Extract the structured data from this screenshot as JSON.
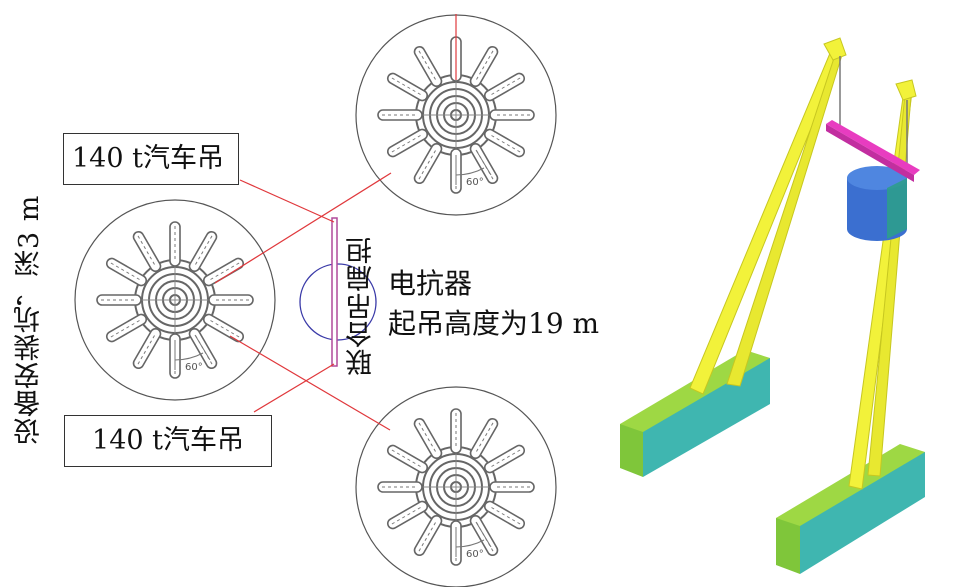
{
  "labels": {
    "crane_top": "140 t汽车吊",
    "crane_bottom": "140 t汽车吊",
    "pit": "设备安装坑，深3 m",
    "lift_beam": "联合吊扁担",
    "reactor_title": "电抗器",
    "reactor_height": "起吊高度为19 m",
    "angle_mark": "60°"
  },
  "colors": {
    "leader_line": "#e0383c",
    "reactor_outline": "#3a3aa8",
    "beam_outline": "#b04a9a",
    "crane_boom": "#f2f23a",
    "outrigger_top": "#9ed844",
    "outrigger_side": "#3fb6b0",
    "spreader_bar": "#e83cc0",
    "reactor_body": "#3b6fd0",
    "drawing_gray": "#777777"
  }
}
